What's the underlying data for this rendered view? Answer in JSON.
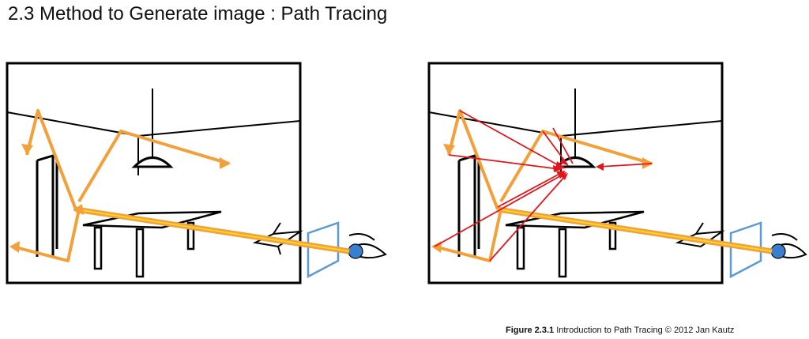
{
  "title": "2.3 Method to Generate image : Path Tracing",
  "caption": {
    "figure_label": "Figure 2.3.1",
    "text": " Introduction to Path Tracing  © 2012 Jan Kautz"
  },
  "colors": {
    "path_orange": "#f4a03a",
    "shadow_red": "#e3141b",
    "ray_yellow": "#f6d52a",
    "screen_blue": "#5b9bd5",
    "eye_blue": "#3a7fcf",
    "ink": "#000000"
  },
  "icons": [
    "eye-icon",
    "lamp-icon",
    "image-plane-icon"
  ]
}
